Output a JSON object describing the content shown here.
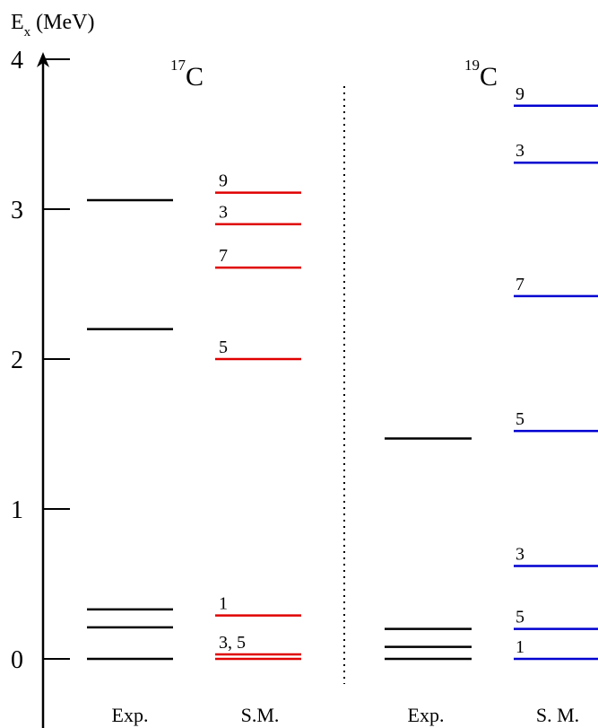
{
  "axis": {
    "label_main": "E",
    "label_sub": "x",
    "label_unit": " (MeV)",
    "range": [
      0,
      4
    ],
    "ticks": [
      {
        "value": 0,
        "label": "0"
      },
      {
        "value": 1,
        "label": "1"
      },
      {
        "value": 2,
        "label": "2"
      },
      {
        "value": 3,
        "label": "3"
      },
      {
        "value": 4,
        "label": "4"
      }
    ]
  },
  "colors": {
    "exp": "#000000",
    "sm_17C": "#e00000",
    "sm_19C": "#0000d0",
    "axis": "#000000"
  },
  "nuclei": [
    {
      "key": "c17",
      "mass_number": "17",
      "element": "C",
      "exp_label": "Exp.",
      "sm_label": "S.M.",
      "exp_levels": [
        0.0,
        0.21,
        0.33,
        2.2,
        3.06
      ],
      "sm_levels": [
        {
          "energy": 0.0,
          "label": ""
        },
        {
          "energy": 0.03,
          "label": "3, 5"
        },
        {
          "energy": 0.29,
          "label": "1"
        },
        {
          "energy": 2.0,
          "label": "5"
        },
        {
          "energy": 2.61,
          "label": "7"
        },
        {
          "energy": 2.9,
          "label": "3"
        },
        {
          "energy": 3.11,
          "label": "9"
        }
      ]
    },
    {
      "key": "c19",
      "mass_number": "19",
      "element": "C",
      "exp_label": "Exp.",
      "sm_label": "S. M.",
      "exp_levels": [
        0.0,
        0.08,
        0.2,
        1.47
      ],
      "sm_levels": [
        {
          "energy": 0.0,
          "label": "1"
        },
        {
          "energy": 0.2,
          "label": "5"
        },
        {
          "energy": 0.62,
          "label": "3"
        },
        {
          "energy": 1.52,
          "label": "5"
        },
        {
          "energy": 2.42,
          "label": "7"
        },
        {
          "energy": 3.31,
          "label": "3"
        },
        {
          "energy": 3.69,
          "label": "9"
        }
      ]
    }
  ]
}
